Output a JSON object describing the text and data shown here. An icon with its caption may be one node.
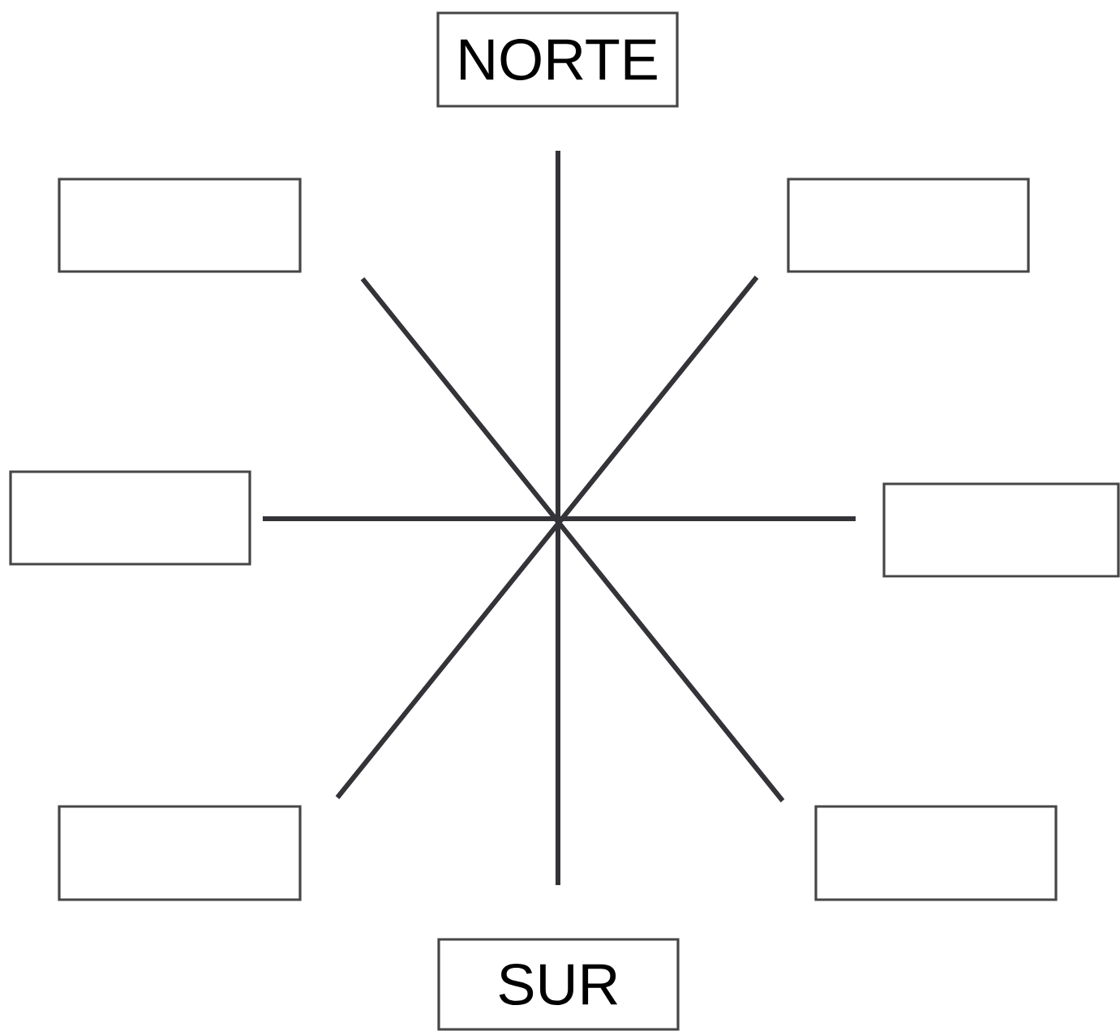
{
  "diagram": {
    "nodes": [
      {
        "text": [
          "NORTE"
        ]
      },
      {
        "text": [],
        "shape": "box"
      },
      {
        "text": [],
        "shape": "box"
      },
      {
        "text": [],
        "shape": "box"
      },
      {
        "text": [],
        "shape": "box"
      },
      {
        "text": [],
        "shape": "box"
      },
      {
        "text": [],
        "shape": "box"
      },
      {
        "text": [
          "SUR"
        ]
      }
    ]
  }
}
